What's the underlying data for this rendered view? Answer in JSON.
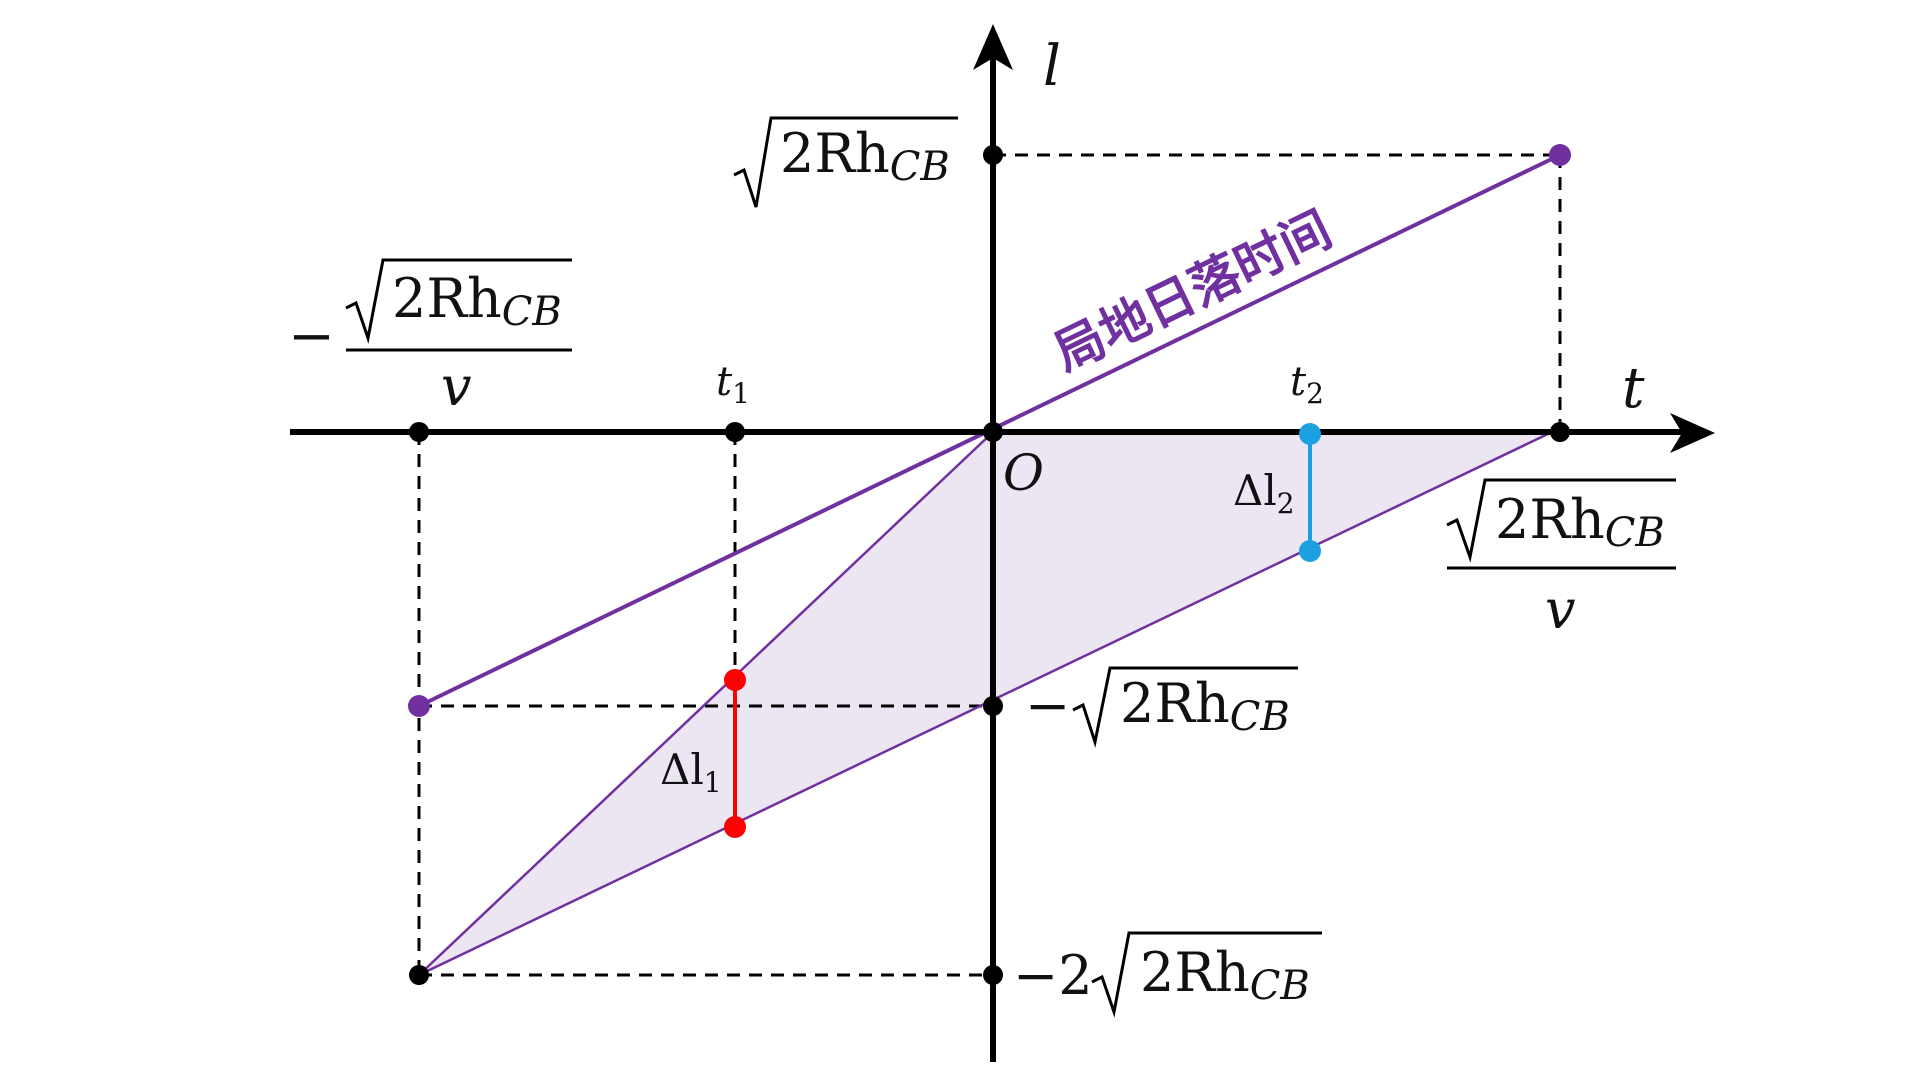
{
  "axes": {
    "x_label": "t",
    "y_label": "l",
    "origin_label": "O"
  },
  "x_ticks": {
    "t1": {
      "main": "t",
      "sub": "1"
    },
    "t2": {
      "main": "t",
      "sub": "2"
    },
    "neg_frac": {
      "sign": "−",
      "radicand_main": "2Rh",
      "radicand_sub": "CB",
      "denominator": "v"
    },
    "pos_frac": {
      "radicand_main": "2Rh",
      "radicand_sub": "CB",
      "denominator": "v"
    }
  },
  "y_ticks": {
    "pos": {
      "radicand_main": "2Rh",
      "radicand_sub": "CB"
    },
    "neg": {
      "prefix": "−",
      "radicand_main": "2Rh",
      "radicand_sub": "CB"
    },
    "neg2": {
      "prefix": "−2",
      "radicand_main": "2Rh",
      "radicand_sub": "CB"
    }
  },
  "annotations": {
    "line_label": "局地日落时间",
    "delta_l1": {
      "main": "Δl",
      "sub": "1"
    },
    "delta_l2": {
      "main": "Δl",
      "sub": "2"
    }
  },
  "colors": {
    "axis": "#000000",
    "purple": "#7030A0",
    "region_fill": "#ECE6F3",
    "red": "#FF0000",
    "cyan": "#1BA1E2"
  }
}
